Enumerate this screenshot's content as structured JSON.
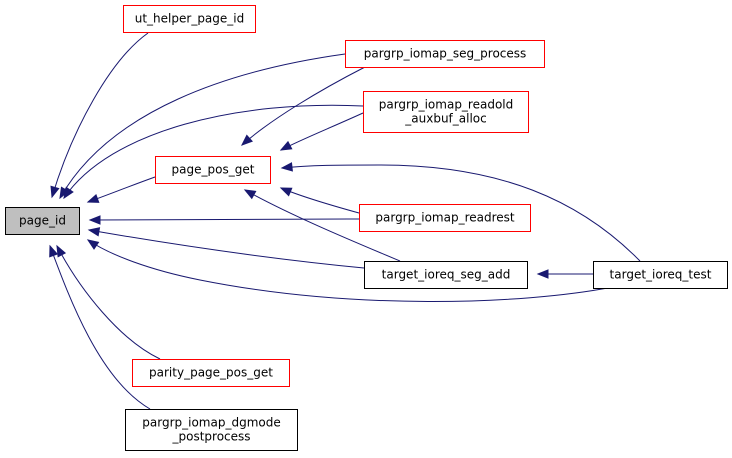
{
  "title": "page_id caller graph",
  "colors": {
    "edge": "#191970",
    "focus_fill": "#bfbfbf",
    "focus_border": "#000000",
    "node_fill": "#ffffff",
    "undocumented_border": "#ff0000",
    "documented_border": "#000000"
  },
  "nodes": {
    "page_id": {
      "lines": [
        "page_id"
      ],
      "style": "focus"
    },
    "ut_helper_page_id": {
      "lines": [
        "ut_helper_page_id"
      ],
      "style": "red"
    },
    "pargrp_iomap_seg_process": {
      "lines": [
        "pargrp_iomap_seg_process"
      ],
      "style": "red"
    },
    "pargrp_iomap_readold_auxbuf_alloc": {
      "lines": [
        "pargrp_iomap_readold",
        "_auxbuf_alloc"
      ],
      "style": "red"
    },
    "page_pos_get": {
      "lines": [
        "page_pos_get"
      ],
      "style": "red"
    },
    "pargrp_iomap_readrest": {
      "lines": [
        "pargrp_iomap_readrest"
      ],
      "style": "red"
    },
    "target_ioreq_seg_add": {
      "lines": [
        "target_ioreq_seg_add"
      ],
      "style": "black"
    },
    "target_ioreq_test": {
      "lines": [
        "target_ioreq_test"
      ],
      "style": "black"
    },
    "parity_page_pos_get": {
      "lines": [
        "parity_page_pos_get"
      ],
      "style": "red"
    },
    "pargrp_iomap_dgmode_postprocess": {
      "lines": [
        "pargrp_iomap_dgmode",
        "_postprocess"
      ],
      "style": "black"
    }
  },
  "edges": [
    {
      "from": "ut_helper_page_id",
      "to": "page_id"
    },
    {
      "from": "pargrp_iomap_seg_process",
      "to": "page_id"
    },
    {
      "from": "pargrp_iomap_readold_auxbuf_alloc",
      "to": "page_id"
    },
    {
      "from": "page_pos_get",
      "to": "page_id"
    },
    {
      "from": "pargrp_iomap_readrest",
      "to": "page_id"
    },
    {
      "from": "target_ioreq_seg_add",
      "to": "page_id"
    },
    {
      "from": "target_ioreq_test",
      "to": "page_id"
    },
    {
      "from": "parity_page_pos_get",
      "to": "page_id"
    },
    {
      "from": "pargrp_iomap_dgmode_postprocess",
      "to": "page_id"
    },
    {
      "from": "pargrp_iomap_seg_process",
      "to": "page_pos_get"
    },
    {
      "from": "pargrp_iomap_readold_auxbuf_alloc",
      "to": "page_pos_get"
    },
    {
      "from": "pargrp_iomap_readrest",
      "to": "page_pos_get"
    },
    {
      "from": "target_ioreq_seg_add",
      "to": "page_pos_get"
    },
    {
      "from": "target_ioreq_test",
      "to": "page_pos_get"
    },
    {
      "from": "target_ioreq_test",
      "to": "target_ioreq_seg_add"
    }
  ]
}
